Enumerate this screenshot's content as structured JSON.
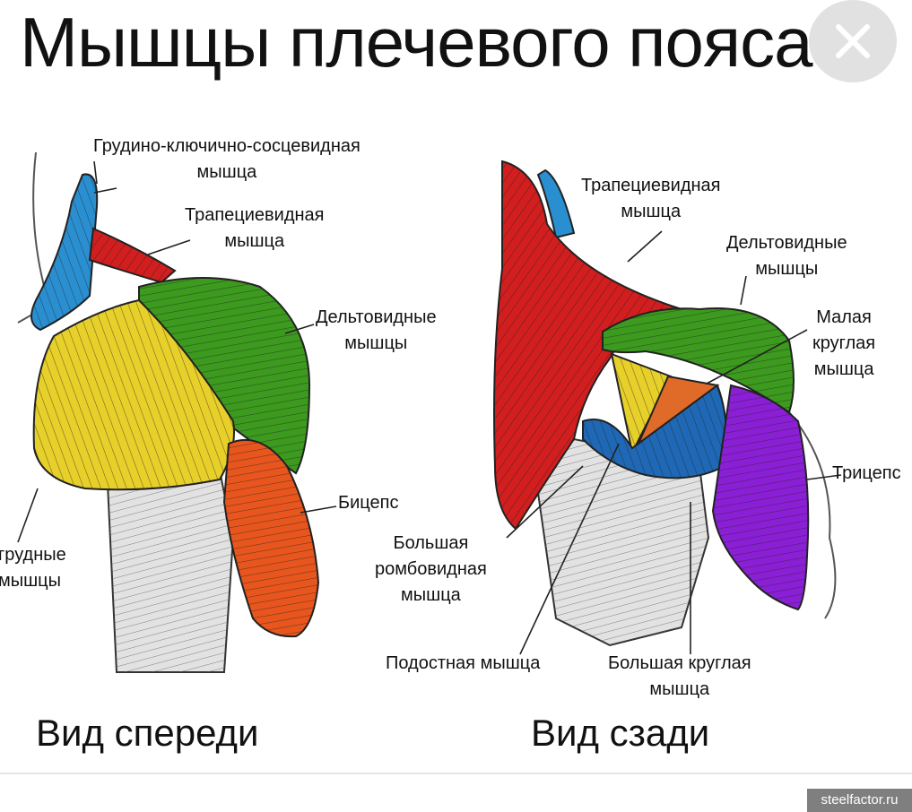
{
  "title": "Мышцы плечевого пояса",
  "colors": {
    "sternocleidomastoid": "#2a8fd0",
    "trapezius": "#d21e1e",
    "deltoid": "#3c9a1e",
    "pectoral": "#e8d02a",
    "biceps": "#e8561e",
    "teres_minor": "#e06a28",
    "infraspinatus": "#1f68b5",
    "triceps": "#8a1fd6",
    "grey_muscle": "#d9d9d9"
  },
  "front": {
    "view_label": "Вид спереди",
    "labels": {
      "sternocleidomastoid": [
        "Грудино-ключично-сосцевидная",
        "мышца"
      ],
      "trapezius": [
        "Трапециевидная",
        "мышца"
      ],
      "deltoid": [
        "Дельтовидные",
        "мышцы"
      ],
      "biceps": "Бицепс",
      "pectoral": [
        "грудные",
        "мышцы"
      ]
    }
  },
  "back": {
    "view_label": "Вид сзади",
    "labels": {
      "trapezius": [
        "Трапециевидная",
        "мышца"
      ],
      "deltoid": [
        "Дельтовидные",
        "мышцы"
      ],
      "teres_minor": [
        "Малая",
        "круглая",
        "мышца"
      ],
      "triceps": "Трицепс",
      "rhomboid": [
        "Большая",
        "ромбовидная",
        "мышца"
      ],
      "infraspinatus": "Подостная мышца",
      "teres_major": [
        "Большая круглая",
        "мышца"
      ]
    }
  },
  "close_icon": "close-icon",
  "watermark": "steelfactor.ru"
}
